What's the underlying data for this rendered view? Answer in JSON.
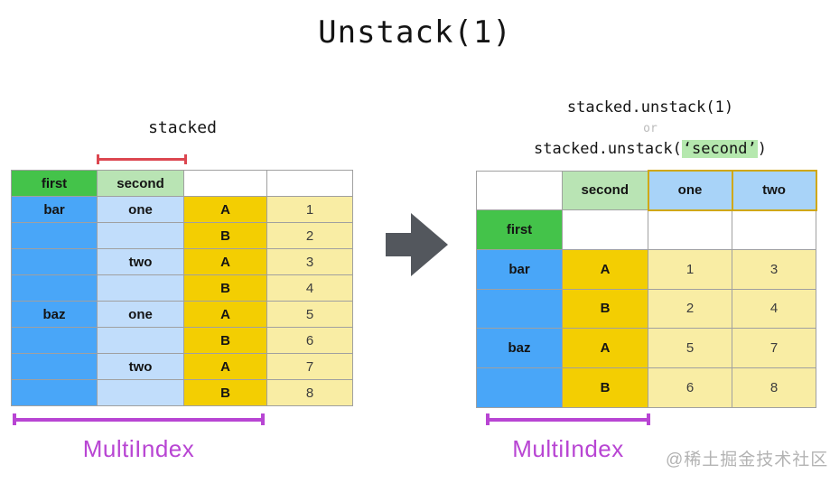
{
  "title": "Unstack(1)",
  "left": {
    "label": "stacked",
    "caption": "MultiIndex",
    "table": {
      "rows": [
        [
          {
            "t": "first",
            "c": "green"
          },
          {
            "t": "second",
            "c": "lightgreen"
          },
          {
            "t": "",
            "c": "white"
          },
          {
            "t": "",
            "c": "white"
          }
        ],
        [
          {
            "t": "bar",
            "c": "blue"
          },
          {
            "t": "one",
            "c": "lightblue"
          },
          {
            "t": "A",
            "c": "gold"
          },
          {
            "t": "1",
            "c": "ly num"
          }
        ],
        [
          {
            "t": "",
            "c": "blue"
          },
          {
            "t": "",
            "c": "lightblue"
          },
          {
            "t": "B",
            "c": "gold"
          },
          {
            "t": "2",
            "c": "ly num"
          }
        ],
        [
          {
            "t": "",
            "c": "blue"
          },
          {
            "t": "two",
            "c": "lightblue"
          },
          {
            "t": "A",
            "c": "gold"
          },
          {
            "t": "3",
            "c": "ly num"
          }
        ],
        [
          {
            "t": "",
            "c": "blue"
          },
          {
            "t": "",
            "c": "lightblue"
          },
          {
            "t": "B",
            "c": "gold"
          },
          {
            "t": "4",
            "c": "ly num"
          }
        ],
        [
          {
            "t": "baz",
            "c": "blue"
          },
          {
            "t": "one",
            "c": "lightblue"
          },
          {
            "t": "A",
            "c": "gold"
          },
          {
            "t": "5",
            "c": "ly num"
          }
        ],
        [
          {
            "t": "",
            "c": "blue"
          },
          {
            "t": "",
            "c": "lightblue"
          },
          {
            "t": "B",
            "c": "gold"
          },
          {
            "t": "6",
            "c": "ly num"
          }
        ],
        [
          {
            "t": "",
            "c": "blue"
          },
          {
            "t": "two",
            "c": "lightblue"
          },
          {
            "t": "A",
            "c": "gold"
          },
          {
            "t": "7",
            "c": "ly num"
          }
        ],
        [
          {
            "t": "",
            "c": "blue"
          },
          {
            "t": "",
            "c": "lightblue"
          },
          {
            "t": "B",
            "c": "gold"
          },
          {
            "t": "8",
            "c": "ly num"
          }
        ]
      ]
    }
  },
  "right": {
    "code_line1": "stacked.unstack(1)",
    "code_or": "or",
    "code_line3_prefix": "stacked.unstack(",
    "code_line3_highlight": "‘second’",
    "code_line3_suffix": ")",
    "caption": "MultiIndex",
    "table": {
      "rows": [
        [
          {
            "t": "",
            "c": "white"
          },
          {
            "t": "second",
            "c": "lightgreen"
          },
          {
            "t": "one",
            "c": "lightblue2 goldborder"
          },
          {
            "t": "two",
            "c": "lightblue2 goldborder"
          }
        ],
        [
          {
            "t": "first",
            "c": "green"
          },
          {
            "t": "",
            "c": "white"
          },
          {
            "t": "",
            "c": "white"
          },
          {
            "t": "",
            "c": "white"
          }
        ],
        [
          {
            "t": "bar",
            "c": "blue"
          },
          {
            "t": "A",
            "c": "gold"
          },
          {
            "t": "1",
            "c": "ly num"
          },
          {
            "t": "3",
            "c": "ly num"
          }
        ],
        [
          {
            "t": "",
            "c": "blue"
          },
          {
            "t": "B",
            "c": "gold"
          },
          {
            "t": "2",
            "c": "ly num"
          },
          {
            "t": "4",
            "c": "ly num"
          }
        ],
        [
          {
            "t": "baz",
            "c": "blue"
          },
          {
            "t": "A",
            "c": "gold"
          },
          {
            "t": "5",
            "c": "ly num"
          },
          {
            "t": "7",
            "c": "ly num"
          }
        ],
        [
          {
            "t": "",
            "c": "blue"
          },
          {
            "t": "B",
            "c": "gold"
          },
          {
            "t": "6",
            "c": "ly num"
          },
          {
            "t": "8",
            "c": "ly num"
          }
        ]
      ]
    }
  },
  "watermark": "@稀土掘金技术社区",
  "colors": {
    "green": "#44c34a",
    "lightgreen": "#b9e4b4",
    "blue": "#49a6f8",
    "lightblue": "#c1ddfb",
    "lightblue2": "#a8d3f8",
    "gold": "#f3ce02",
    "lightyellow": "#f9eda4",
    "goldborder": "#d0a70c",
    "arrow": "#53575d",
    "magenta": "#b845d3",
    "red": "#dc4650",
    "highlight": "#b5e8ae",
    "cellborder": "#a0a0a0"
  }
}
